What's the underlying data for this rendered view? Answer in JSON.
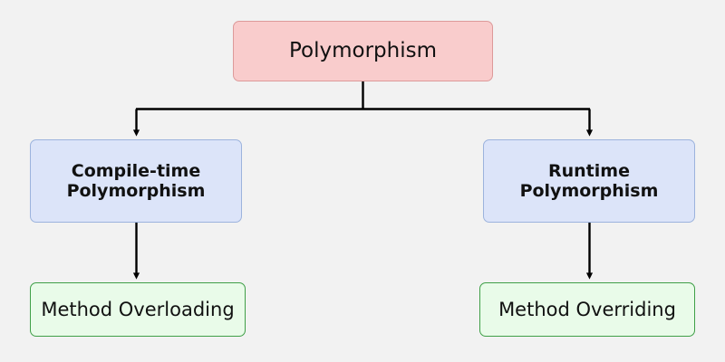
{
  "diagram": {
    "type": "hierarchy-tree",
    "background_color": "#f2f2f2",
    "connector_color": "#000000",
    "root": {
      "id": "polymorphism",
      "label": "Polymorphism",
      "fill": "#f9cccc",
      "stroke": "#dd9a9a"
    },
    "branches": [
      {
        "id": "compile-time-polymorphism",
        "label": "Compile-time\nPolymorphism",
        "fill": "#dce4f9",
        "stroke": "#9cb3dd"
      },
      {
        "id": "runtime-polymorphism",
        "label": "Runtime\nPolymorphism",
        "fill": "#dce4f9",
        "stroke": "#9cb3dd"
      }
    ],
    "leaves": [
      {
        "id": "method-overloading",
        "label": "Method Overloading",
        "fill": "#e9fbe9",
        "stroke": "#3f9f47"
      },
      {
        "id": "method-overriding",
        "label": "Method Overriding",
        "fill": "#e9fbe9",
        "stroke": "#3f9f47"
      }
    ],
    "edges": [
      {
        "from": "polymorphism",
        "to": "compile-time-polymorphism",
        "style": "orthogonal-arrow"
      },
      {
        "from": "polymorphism",
        "to": "runtime-polymorphism",
        "style": "orthogonal-arrow"
      },
      {
        "from": "compile-time-polymorphism",
        "to": "method-overloading",
        "style": "straight-arrow"
      },
      {
        "from": "runtime-polymorphism",
        "to": "method-overriding",
        "style": "straight-arrow"
      }
    ]
  }
}
